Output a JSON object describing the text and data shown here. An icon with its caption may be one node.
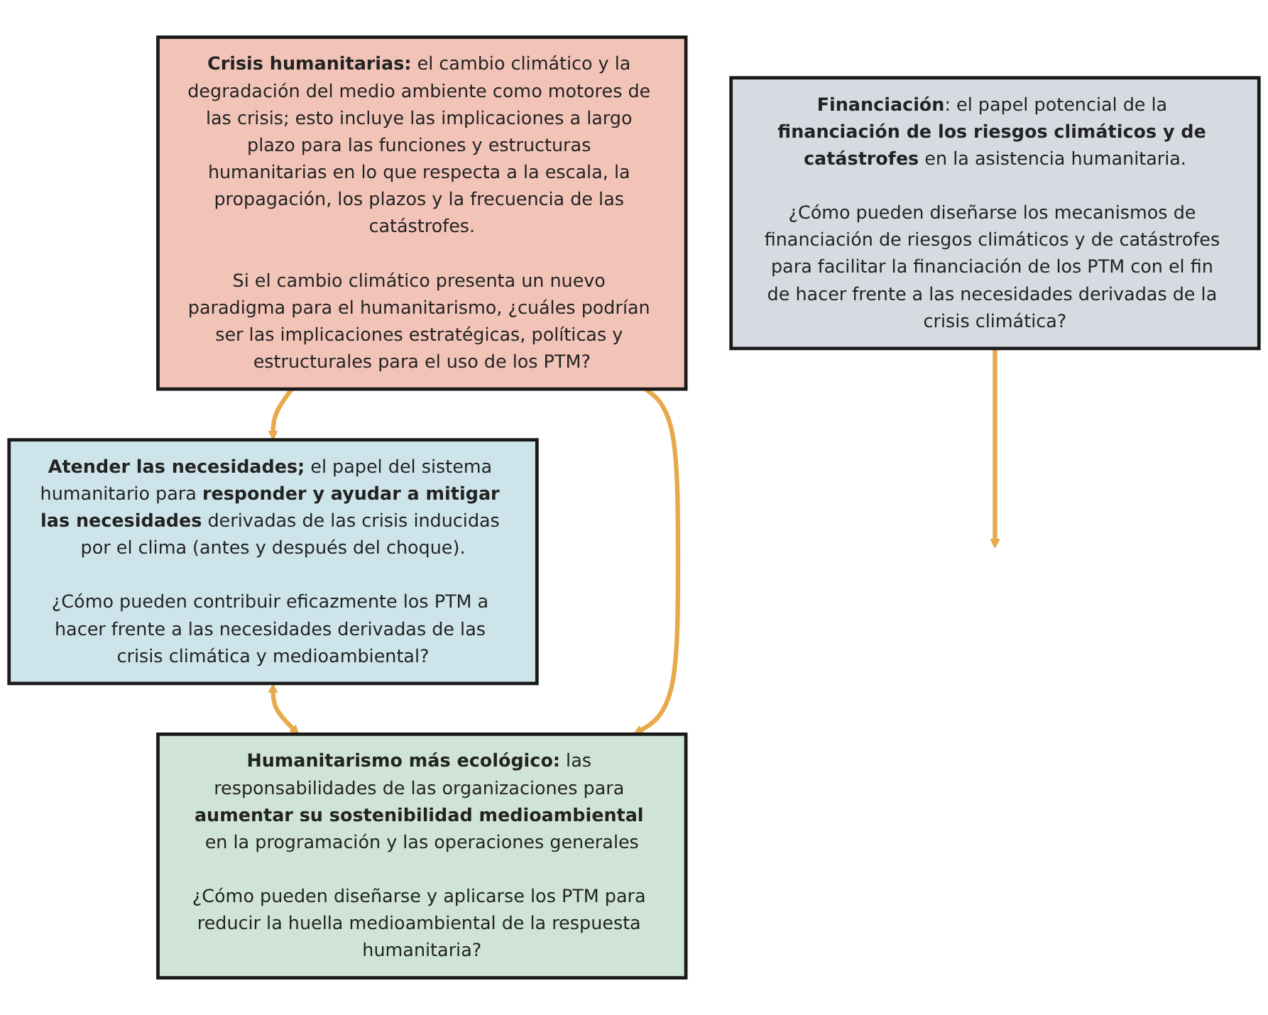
{
  "diagram": {
    "nodes": [
      {
        "text": [
          "**Crisis humanitarias:** el cambio climático y la degradación del medio ambiente como motores de las crisis; esto incluye las implicaciones a largo plazo para las funciones y estructuras humanitarias en lo que respecta a la escala, la propagación, los plazos y la frecuencia de las catástrofes.",
          "Si el cambio climático presenta un nuevo paradigma para el humanitarismo, ¿cuáles podrían ser las implicaciones estratégicas, políticas y estructurales para el uso de los PTM?"
        ]
      },
      {
        "text": [
          "**Atender las necesidades;** el papel del sistema humanitario para **responder y ayudar a mitigar las necesidades** derivadas de las crisis inducidas por el clima (antes y después del choque).",
          "¿Cómo pueden contribuir eficazmente los PTM a hacer frente a las necesidades derivadas de las crisis climática y medioambiental?"
        ]
      },
      {
        "text": [
          "**Humanitarismo más ecológico:** las responsabilidades de las organizaciones para **aumentar su sostenibilidad medioambiental** en la programación y las operaciones generales",
          "¿Cómo pueden diseñarse y aplicarse los PTM para reducir la huella medioambiental de la respuesta humanitaria?"
        ]
      },
      {
        "text": [
          "**Financiación**: el papel potencial de la **financiación de los riesgos climáticos y de catástrofes** en la asistencia humanitaria.",
          "¿Cómo pueden diseñarse los mecanismos de financiación de riesgos climáticos y de catástrofes para facilitar la financiación de los PTM con el fin de hacer frente a las necesidades derivadas de la crisis climática?"
        ]
      }
    ],
    "edges": [
      {
        "from": 0,
        "to": 1,
        "arrow": "to"
      },
      {
        "from": 0,
        "to": 2,
        "arrow": "to"
      },
      {
        "from": 1,
        "to": 2,
        "arrow": "both"
      },
      {
        "from": 3,
        "to": null,
        "arrow": "to"
      }
    ]
  }
}
